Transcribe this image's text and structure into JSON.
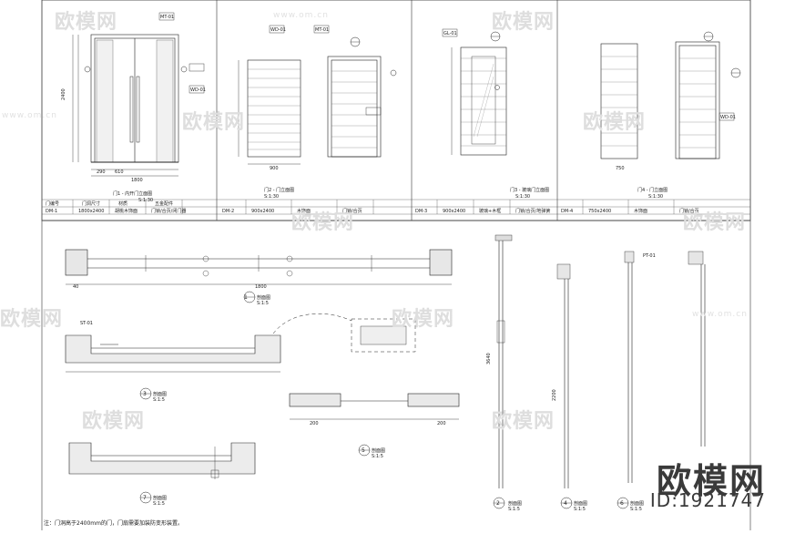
{
  "watermarks": {
    "brand_cn": "欧模网",
    "site": "www.om.cn",
    "id_label": "ID:1921747"
  },
  "elevations": [
    {
      "title": "门1 - 内开门立面图",
      "scale": "S:1:30"
    },
    {
      "title": "门2 - 门立面图",
      "scale": "S:1:30"
    },
    {
      "title": "门3 - 玻璃门立面图",
      "scale": "S:1:30"
    },
    {
      "title": "门4 - 门立面图",
      "scale": "S:1:30"
    }
  ],
  "schedule": {
    "headers": [
      "门编号",
      "门洞尺寸",
      "材质",
      "五金配件"
    ],
    "rows": [
      [
        "DM-1",
        "1800x2400",
        "胡桃木饰面",
        "门锁/合页/闭门器"
      ],
      [
        "DM-2",
        "900x2400",
        "木饰面",
        "门锁/合页"
      ],
      [
        "DM-3",
        "900x2400",
        "玻璃+木框",
        "门锁/合页/地弹簧"
      ],
      [
        "DM-4",
        "750x2400",
        "木饰面",
        "门锁/合页"
      ]
    ]
  },
  "sections": [
    {
      "num": "1",
      "title": "剖面图",
      "scale": "S:1:5"
    },
    {
      "num": "2",
      "title": "剖面图",
      "scale": "S:1:5"
    },
    {
      "num": "3",
      "title": "剖面图",
      "scale": "S:1:5"
    },
    {
      "num": "4",
      "title": "剖面图",
      "scale": "S:1:5"
    },
    {
      "num": "5",
      "title": "剖面图",
      "scale": "S:1:5"
    },
    {
      "num": "6",
      "title": "剖面图",
      "scale": "S:1:5"
    },
    {
      "num": "7",
      "title": "剖面图",
      "scale": "S:1:5"
    }
  ],
  "dims": {
    "d1800": "1800",
    "d900": "900",
    "d2400": "2400",
    "d610": "610",
    "d290": "290",
    "d750": "750",
    "d40": "40",
    "d200": "200",
    "d2200": "2200",
    "d3640": "3640"
  },
  "tags": {
    "mt01": "MT-01",
    "wd01": "WD-01",
    "gl01": "GL-01",
    "st01": "ST-01",
    "pt01": "PT-01"
  },
  "footer_note": "注：门洞高于2400mm的门，门扇需要加装防变形装置。"
}
